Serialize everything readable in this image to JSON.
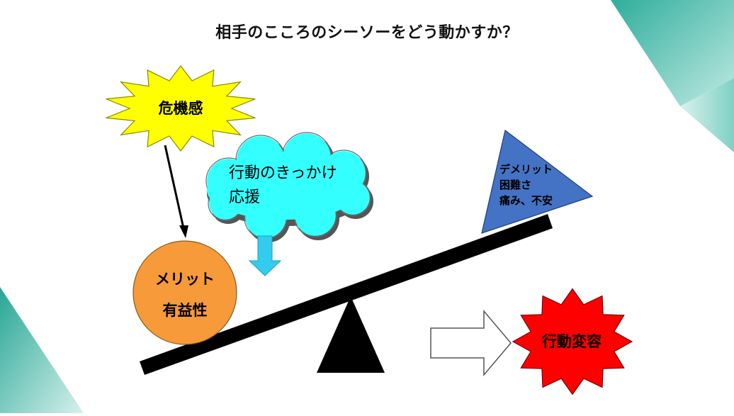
{
  "title": "相手のこころのシーソーをどう動かすか？",
  "crisis": {
    "label": "危機感",
    "color": "#ffff00"
  },
  "cloud": {
    "line1": "行動のきっかけ",
    "line2": "応援",
    "color": "#33ffff"
  },
  "merit": {
    "line1": "メリット",
    "line2": "有益性",
    "color": "#f79a3a"
  },
  "demerit": {
    "line1": "デメリット",
    "line2": "困難さ",
    "line3": "痛み、不安",
    "color": "#4472c4"
  },
  "result": {
    "label": "行動変容",
    "color": "#ff0000"
  },
  "colors": {
    "accent_teal": "#3bb5a3",
    "beam": "#000000",
    "down_arrow": "#33ccee"
  },
  "icons": [
    "down-arrow-icon",
    "right-arrow-icon",
    "pointer-arrow-icon"
  ]
}
